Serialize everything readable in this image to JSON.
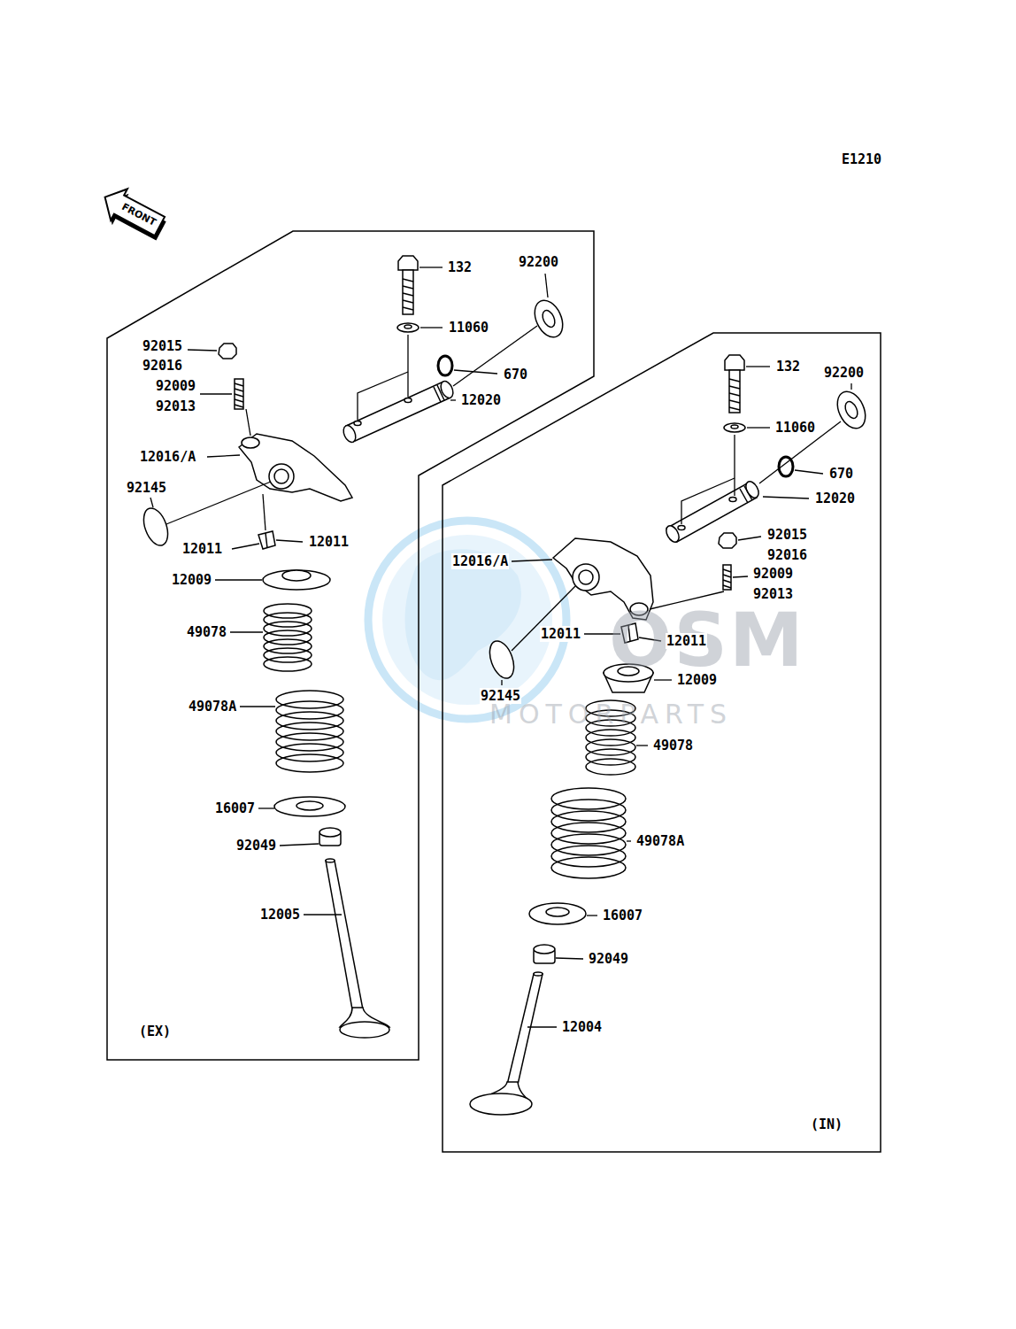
{
  "diagram": {
    "nodes": [
      {
        "text": [
          "(EX)"
        ]
      },
      {
        "text": [
          "(IN)"
        ]
      }
    ],
    "labels": [
      "E1210",
      "FRONT",
      "132",
      "92200",
      "11060",
      "92015",
      "92016",
      "670",
      "92009",
      "92013",
      "12020",
      "12016/A",
      "92145",
      "12011",
      "12011",
      "12009",
      "49078",
      "49078A",
      "16007",
      "92049",
      "12005",
      "132",
      "92200",
      "11060",
      "670",
      "12020",
      "92015",
      "92016",
      "12016/A",
      "92009",
      "92013",
      "12011",
      "12011",
      "12009",
      "92145",
      "49078",
      "49078A",
      "16007",
      "92049",
      "12004",
      "OSM",
      "MOTORPARTS"
    ]
  }
}
